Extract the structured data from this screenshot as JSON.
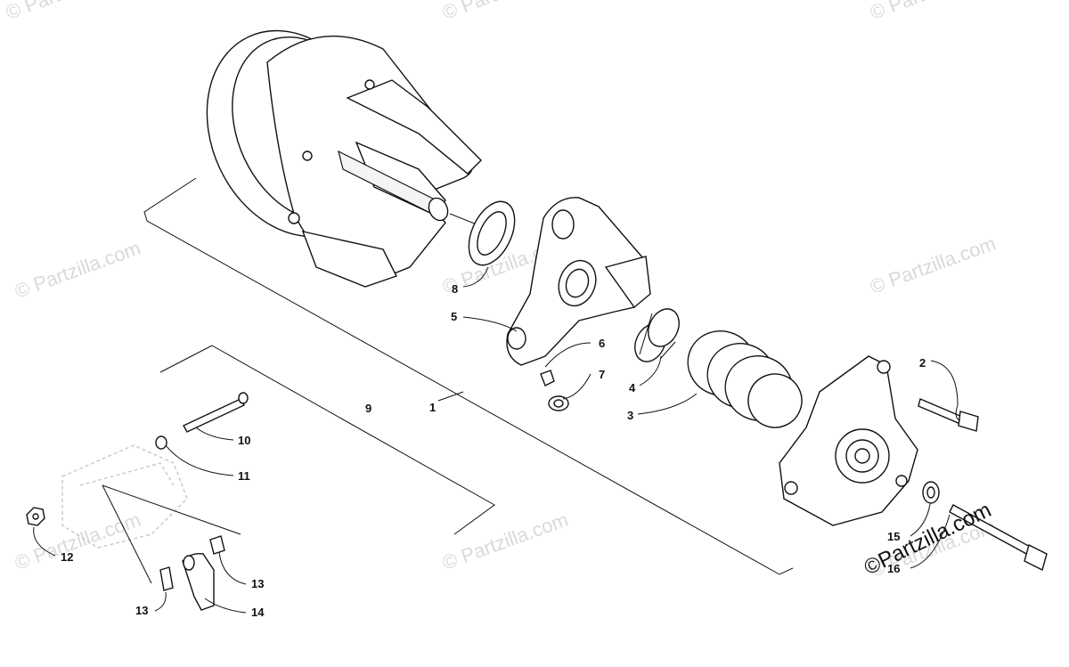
{
  "diagram": {
    "callouts": {
      "c1": "1",
      "c2": "2",
      "c3": "3",
      "c4": "4",
      "c5": "5",
      "c6": "6",
      "c7": "7",
      "c8": "8",
      "c9": "9",
      "c10": "10",
      "c11": "11",
      "c12": "12",
      "c13a": "13",
      "c13b": "13",
      "c14": "14",
      "c15": "15",
      "c16": "16"
    },
    "watermark": {
      "main": "©Partzilla.com",
      "faint": "© Partzilla.com"
    }
  }
}
